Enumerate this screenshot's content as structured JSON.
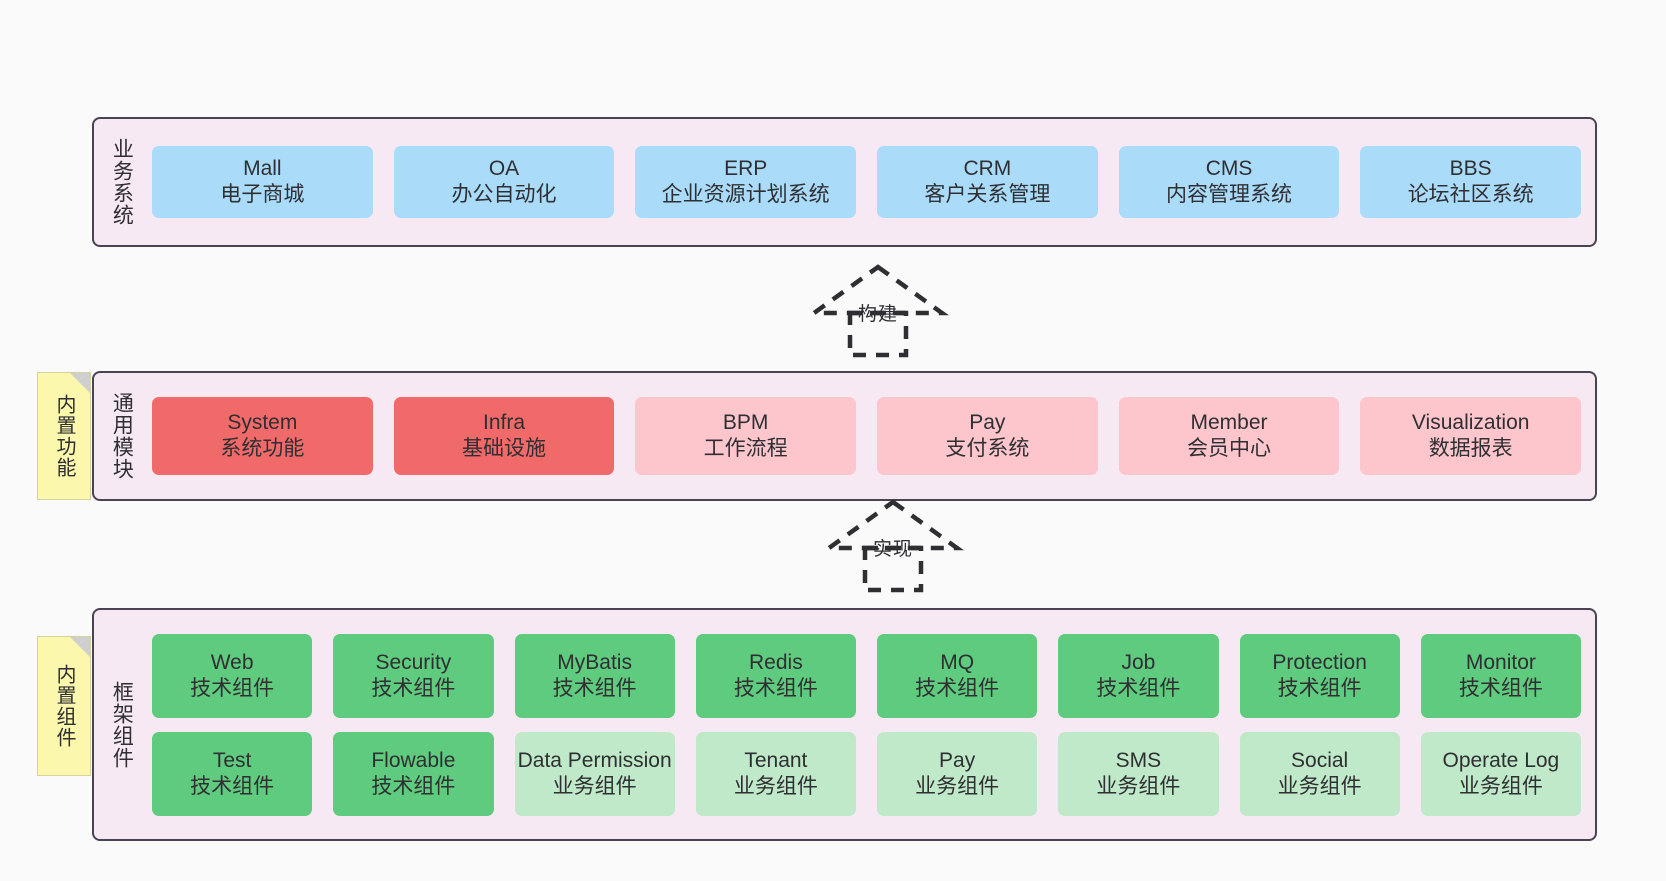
{
  "diagram": {
    "background": "#fafafa",
    "layer_fill": "#f7e9f3",
    "layer_border": "#4a4452",
    "note_fill": "#fbf7ac",
    "colors": {
      "business": "#aadcfa",
      "module_active": "#f16a6a",
      "module_planned": "#fcc6cc",
      "tech_component": "#5fcb7e",
      "biz_component": "#bfe9c8"
    }
  },
  "layers": [
    {
      "key": "business",
      "title": "业务系统",
      "rows": [
        [
          {
            "en": "Mall",
            "cn": "电子商城",
            "color": "c-blue"
          },
          {
            "en": "OA",
            "cn": "办公自动化",
            "color": "c-blue"
          },
          {
            "en": "ERP",
            "cn": "企业资源计划系统",
            "color": "c-blue"
          },
          {
            "en": "CRM",
            "cn": "客户关系管理",
            "color": "c-blue"
          },
          {
            "en": "CMS",
            "cn": "内容管理系统",
            "color": "c-blue"
          },
          {
            "en": "BBS",
            "cn": "论坛社区系统",
            "color": "c-blue"
          }
        ]
      ]
    },
    {
      "key": "common",
      "title": "通用模块",
      "rows": [
        [
          {
            "en": "System",
            "cn": "系统功能",
            "color": "c-red"
          },
          {
            "en": "Infra",
            "cn": "基础设施",
            "color": "c-red"
          },
          {
            "en": "BPM",
            "cn": "工作流程",
            "color": "c-pink"
          },
          {
            "en": "Pay",
            "cn": "支付系统",
            "color": "c-pink"
          },
          {
            "en": "Member",
            "cn": "会员中心",
            "color": "c-pink"
          },
          {
            "en": "Visualization",
            "cn": "数据报表",
            "color": "c-pink"
          }
        ]
      ]
    },
    {
      "key": "framework",
      "title": "框架组件",
      "rows": [
        [
          {
            "en": "Web",
            "cn": "技术组件",
            "color": "c-green"
          },
          {
            "en": "Security",
            "cn": "技术组件",
            "color": "c-green"
          },
          {
            "en": "MyBatis",
            "cn": "技术组件",
            "color": "c-green"
          },
          {
            "en": "Redis",
            "cn": "技术组件",
            "color": "c-green"
          },
          {
            "en": "MQ",
            "cn": "技术组件",
            "color": "c-green"
          },
          {
            "en": "Job",
            "cn": "技术组件",
            "color": "c-green"
          },
          {
            "en": "Protection",
            "cn": "技术组件",
            "color": "c-green"
          },
          {
            "en": "Monitor",
            "cn": "技术组件",
            "color": "c-green"
          }
        ],
        [
          {
            "en": "Test",
            "cn": "技术组件",
            "color": "c-green"
          },
          {
            "en": "Flowable",
            "cn": "技术组件",
            "color": "c-green"
          },
          {
            "en": "Data Permission",
            "cn": "业务组件",
            "color": "c-lightgreen"
          },
          {
            "en": "Tenant",
            "cn": "业务组件",
            "color": "c-lightgreen"
          },
          {
            "en": "Pay",
            "cn": "业务组件",
            "color": "c-lightgreen"
          },
          {
            "en": "SMS",
            "cn": "业务组件",
            "color": "c-lightgreen"
          },
          {
            "en": "Social",
            "cn": "业务组件",
            "color": "c-lightgreen"
          },
          {
            "en": "Operate Log",
            "cn": "业务组件",
            "color": "c-lightgreen"
          }
        ]
      ]
    }
  ],
  "notes": [
    {
      "key": "builtin_func",
      "text": "内置功能"
    },
    {
      "key": "builtin_comp",
      "text": "内置组件"
    }
  ],
  "arrows": [
    {
      "key": "build",
      "label": "构建"
    },
    {
      "key": "impl",
      "label": "实现"
    }
  ]
}
